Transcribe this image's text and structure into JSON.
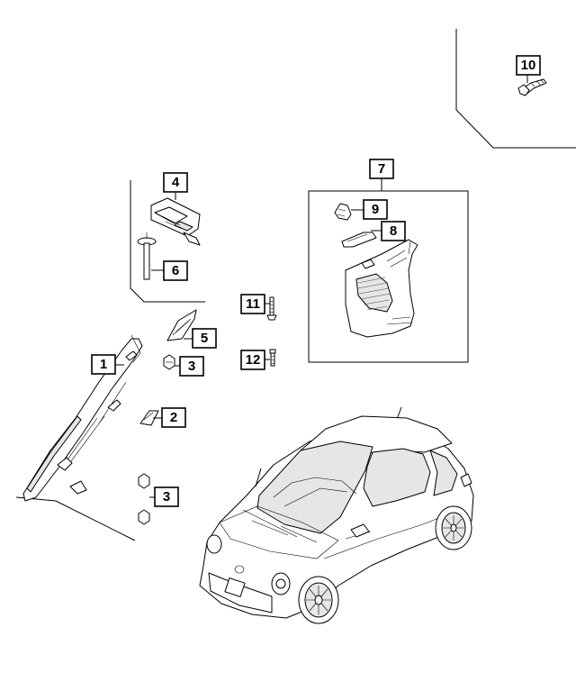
{
  "callouts": {
    "c1": "1",
    "c2": "2",
    "c3a": "3",
    "c3b": "3",
    "c4": "4",
    "c5": "5",
    "c6": "6",
    "c7": "7",
    "c8": "8",
    "c9": "9",
    "c10": "10",
    "c11": "11",
    "c12": "12"
  },
  "colors": {
    "line": "#000000",
    "background": "#ffffff"
  }
}
